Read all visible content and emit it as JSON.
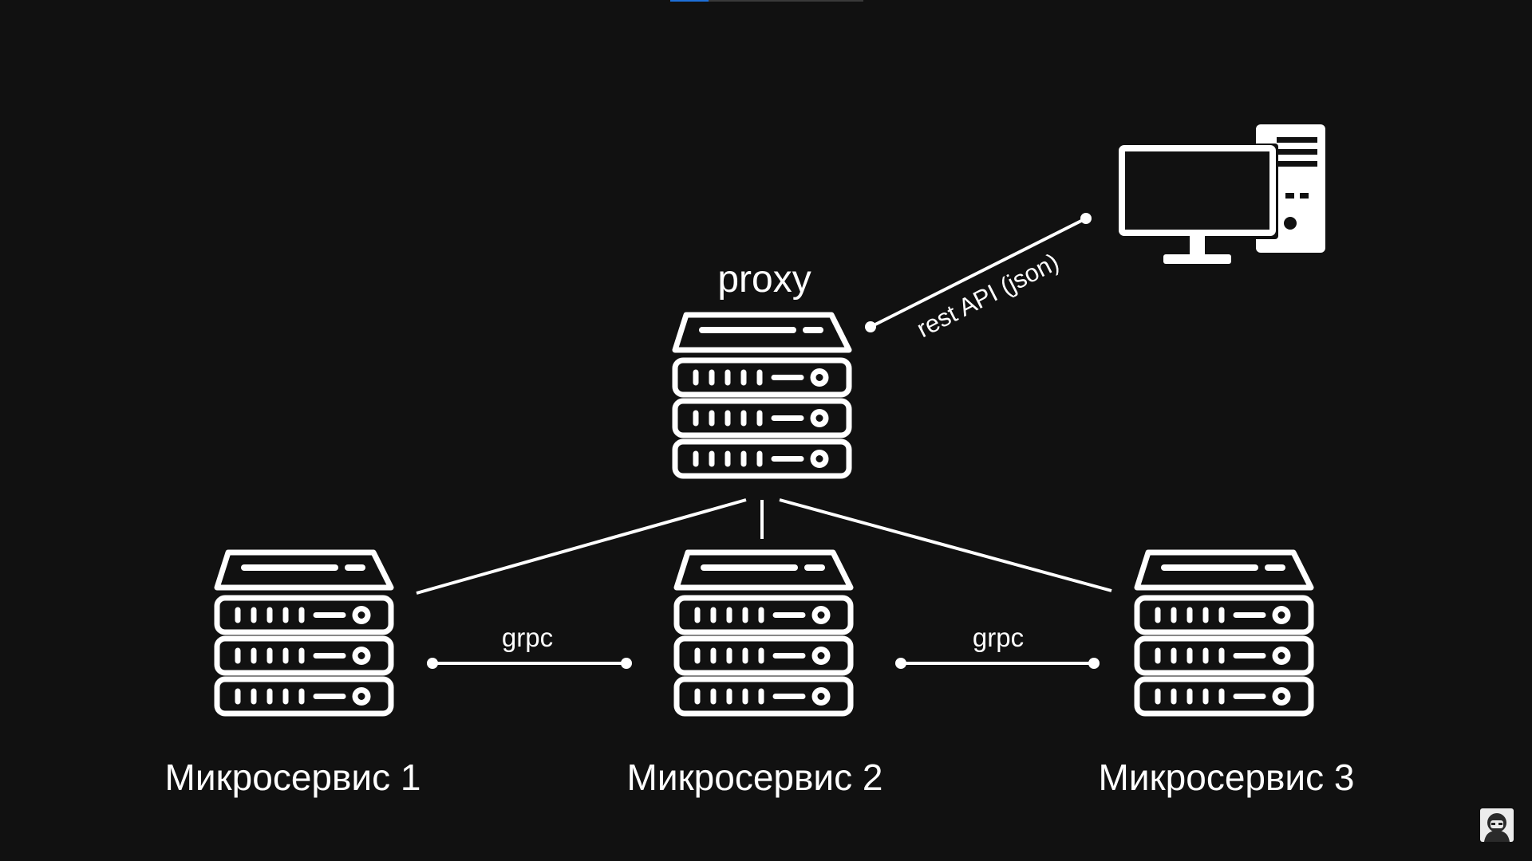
{
  "colors": {
    "background": "#111111",
    "foreground": "#ffffff",
    "accent": "#1e6fd9"
  },
  "nodes": {
    "proxy": {
      "label": "proxy",
      "icon": "server-stack-icon"
    },
    "service1": {
      "label": "Микросервис 1",
      "icon": "server-stack-icon"
    },
    "service2": {
      "label": "Микросервис 2",
      "icon": "server-stack-icon"
    },
    "service3": {
      "label": "Микросервис 3",
      "icon": "server-stack-icon"
    },
    "client": {
      "icon": "desktop-computer-icon"
    }
  },
  "edges": {
    "client_proxy": {
      "label": "rest API (json)"
    },
    "grpc_1_2": {
      "label": "grpc"
    },
    "grpc_2_3": {
      "label": "grpc"
    }
  },
  "corner": {
    "icon": "channel-avatar-icon"
  }
}
